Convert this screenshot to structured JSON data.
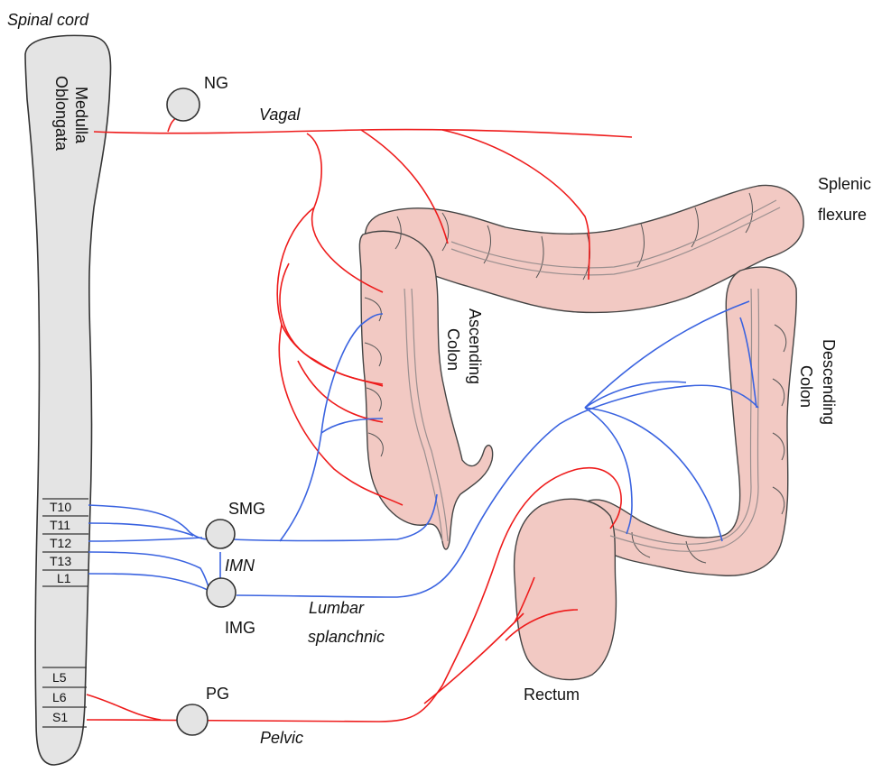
{
  "labels": {
    "spinal_cord": "Spinal cord",
    "medulla_1": "Medulla",
    "medulla_2": "Oblongata",
    "ng": "NG",
    "vagal": "Vagal",
    "splenic_1": "Splenic",
    "splenic_2": "flexure",
    "ascending_1": "Ascending",
    "ascending_2": "Colon",
    "descending_1": "Descending",
    "descending_2": "Colon",
    "smg": "SMG",
    "imn": "IMN",
    "img": "IMG",
    "lumbar_1": "Lumbar",
    "lumbar_2": "splanchnic",
    "pg": "PG",
    "pelvic": "Pelvic",
    "rectum": "Rectum"
  },
  "segments": [
    "T10",
    "T11",
    "T12",
    "T13",
    "L1",
    "L5",
    "L6",
    "S1"
  ],
  "colors": {
    "parasympathetic": "#ee1b1b",
    "sympathetic": "#3a63e0",
    "colon": "#f2c9c3",
    "spinal_cord": "#e4e4e4"
  }
}
